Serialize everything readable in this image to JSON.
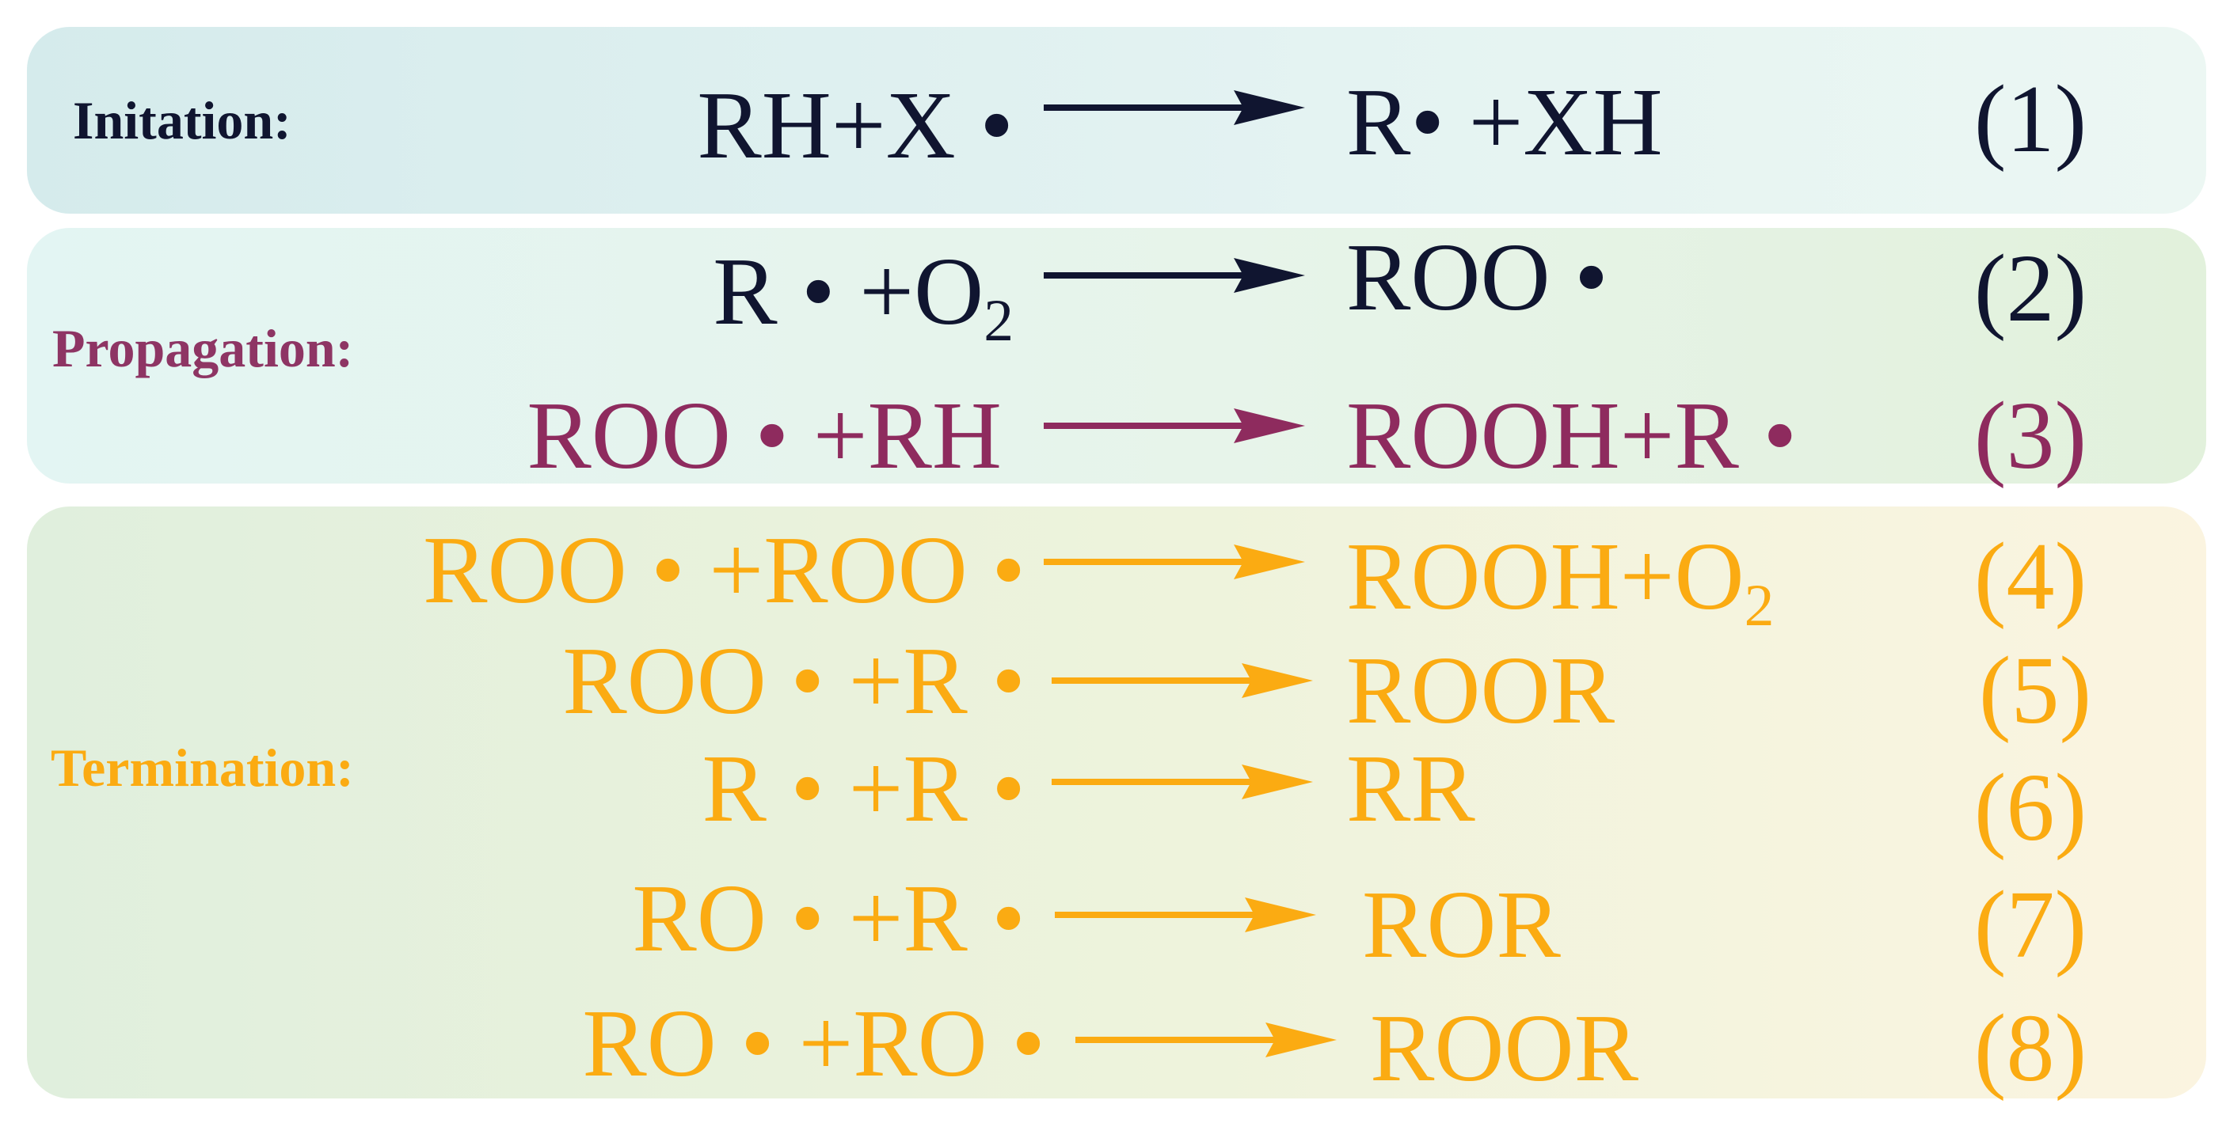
{
  "colors": {
    "initiation": "#101530",
    "propagation_label": "#8e3564",
    "propagation_eq2": "#101530",
    "propagation_eq3": "#8e2b5e",
    "termination": "#fbab12"
  },
  "stages": {
    "initiation": "Initation:",
    "propagation": "Propagation:",
    "termination": "Termination:"
  },
  "reactions": {
    "r1": {
      "left": "RH+X •",
      "right": "R• +XH",
      "number": "(1)"
    },
    "r2": {
      "left_main": "R • +O",
      "left_sub": "2",
      "right": "ROO •",
      "number": "(2)"
    },
    "r3": {
      "left": "ROO • +RH",
      "right": "ROOH+R •",
      "number": "(3)"
    },
    "r4": {
      "left": "ROO • +ROO •",
      "right_main": "ROOH+O",
      "right_sub": "2",
      "number": "(4)"
    },
    "r5": {
      "left": "ROO • +R •",
      "right": "ROOR",
      "number": "(5)"
    },
    "r6": {
      "left": "R • +R •",
      "right": "RR",
      "number": "(6)"
    },
    "r7": {
      "left": "RO • +R •",
      "right": "ROR",
      "number": "(7)"
    },
    "r8": {
      "left": "RO • +RO •",
      "right": "ROOR",
      "number": "(8)"
    }
  }
}
